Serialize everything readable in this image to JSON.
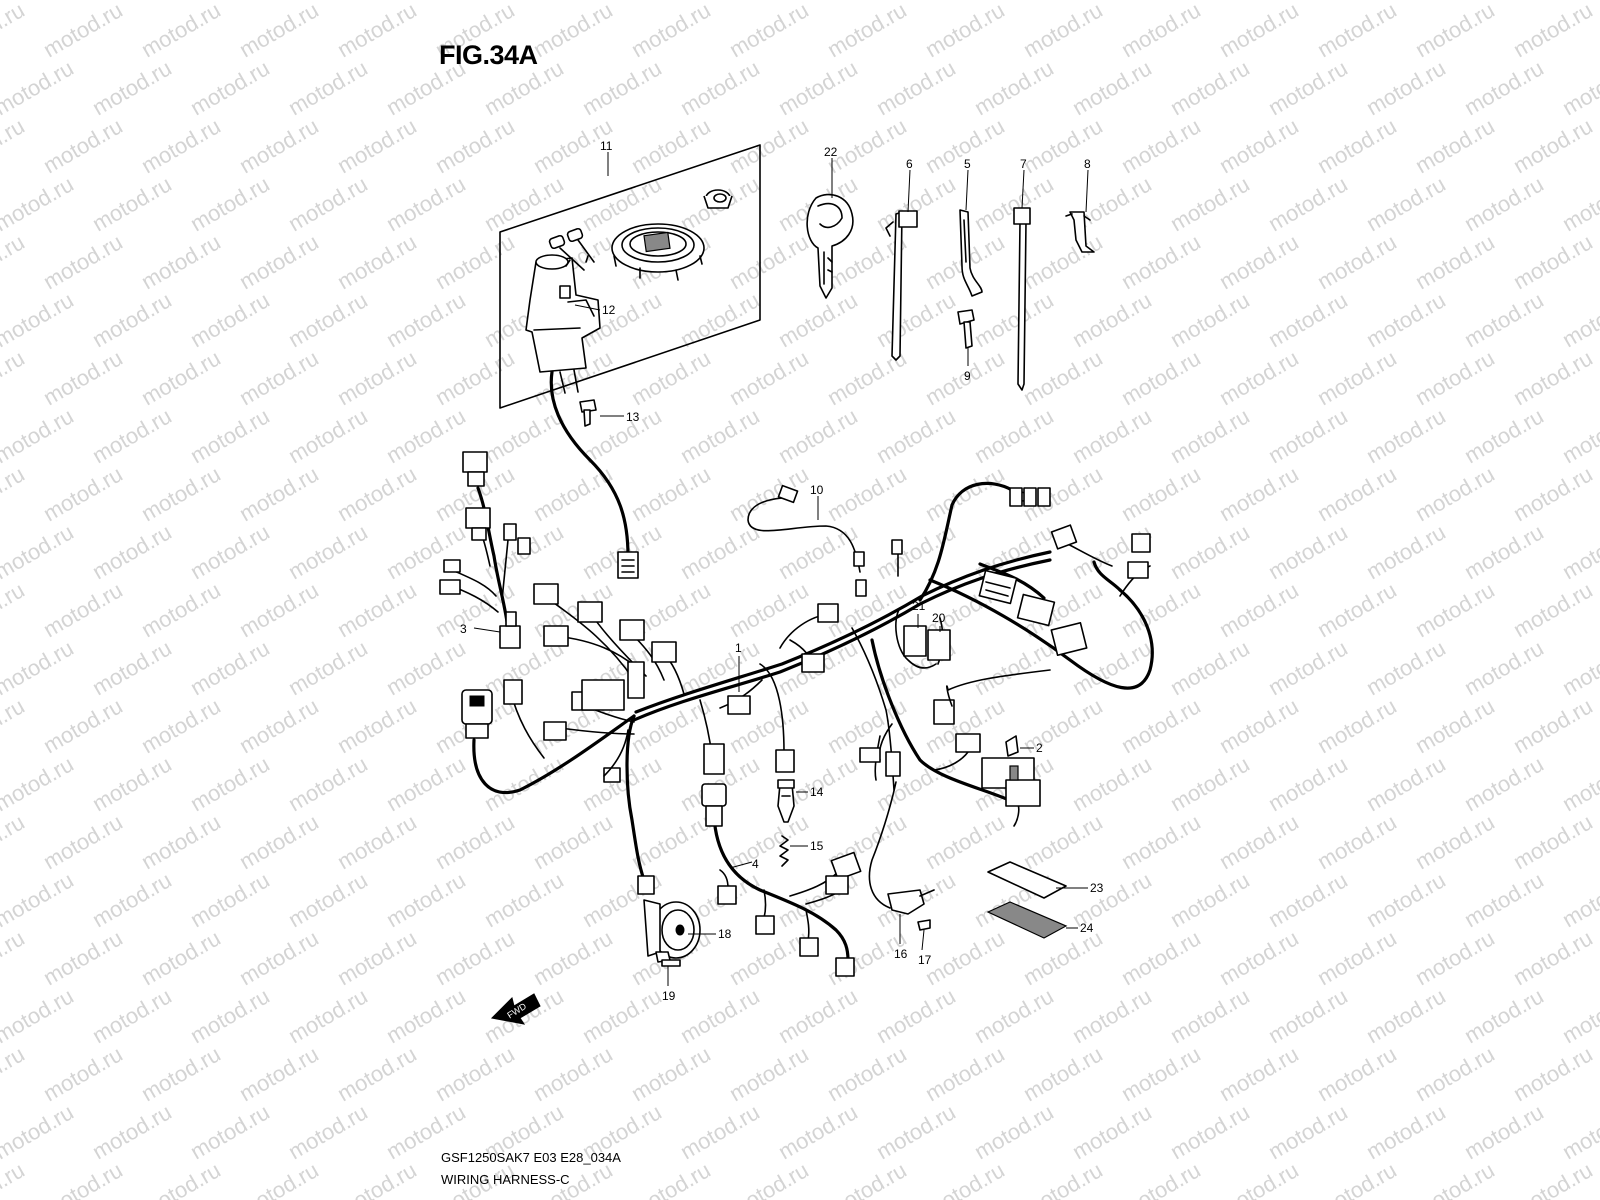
{
  "figure": {
    "title": "FIG.34A",
    "code": "GSF1250SAK7 E03 E28_034A",
    "name": "WIRING HARNESS-C"
  },
  "watermark": {
    "text": "motod.ru",
    "color": "#d4d4d4"
  },
  "direction_arrow": {
    "label": "FWD"
  },
  "callouts": [
    "1",
    "2",
    "3",
    "4",
    "5",
    "6",
    "7",
    "8",
    "9",
    "10",
    "11",
    "12",
    "13",
    "14",
    "15",
    "16",
    "17",
    "18",
    "19",
    "20",
    "21",
    "22",
    "23",
    "24"
  ],
  "icons": [
    "ignition-switch-icon",
    "key-icon",
    "fuel-cap-icon",
    "cable-tie-icon",
    "clamp-icon",
    "bolt-icon",
    "sensor-icon",
    "horn-icon",
    "connector-icon",
    "label-sheet-icon"
  ]
}
